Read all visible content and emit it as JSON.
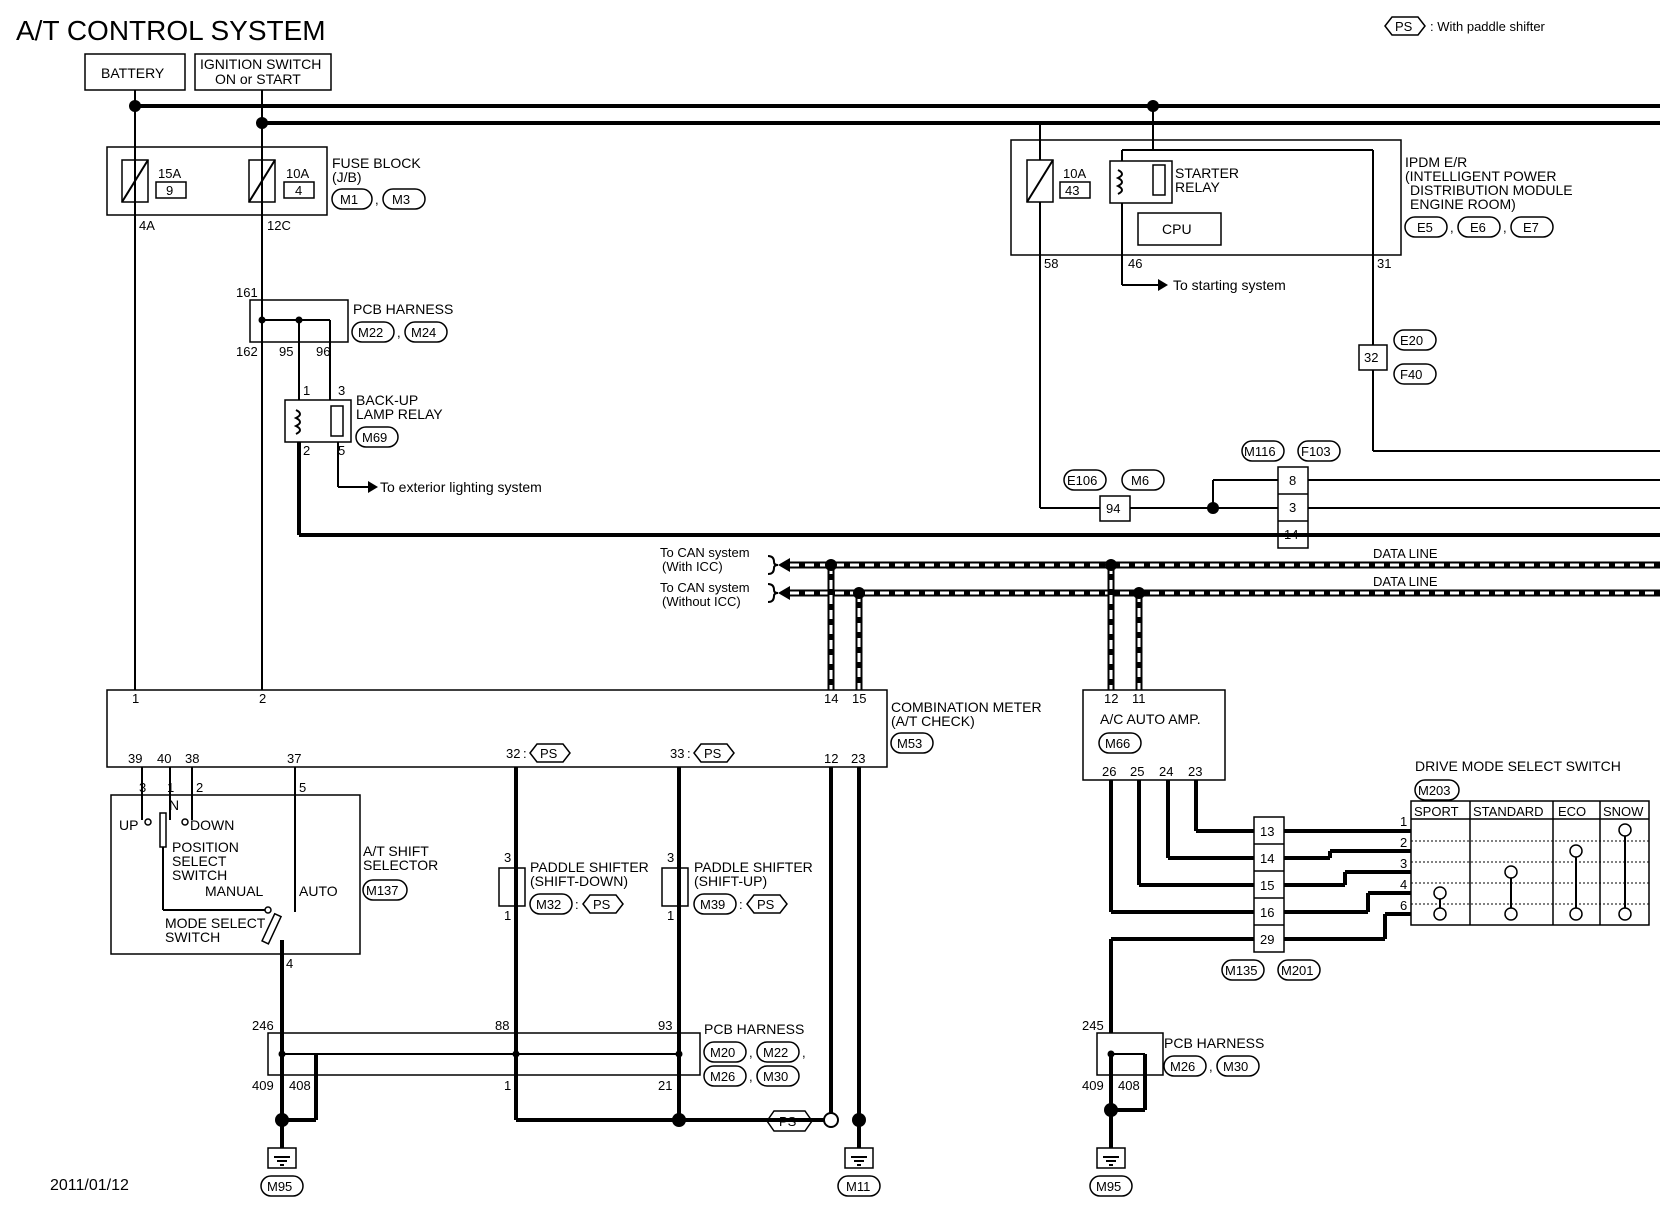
{
  "title": "A/T CONTROL SYSTEM",
  "date": "2011/01/12",
  "legend": {
    "tag": "PS",
    "text": ": With paddle shifter"
  },
  "power": {
    "battery": "BATTERY",
    "ign1": "IGNITION SWITCH",
    "ign2": "ON or START"
  },
  "fuse_block": {
    "l1": "FUSE BLOCK",
    "l2": "(J/B)",
    "c1": "M1",
    "c2": "M3",
    "f1a": "15A",
    "f1b": "9",
    "f2a": "10A",
    "f2b": "4",
    "p1": "4A",
    "p2": "12C"
  },
  "ipdm": {
    "l1": "IPDM E/R",
    "l2": "(INTELLIGENT POWER",
    "l3": "DISTRIBUTION MODULE",
    "l4": "ENGINE ROOM)",
    "c1": "E5",
    "c2": "E6",
    "c3": "E7",
    "fa": "10A",
    "fb": "43",
    "relay1": "STARTER",
    "relay2": "RELAY",
    "cpu": "CPU",
    "p58": "58",
    "p46": "46",
    "p31": "31",
    "to_start": "To starting system"
  },
  "pcb_top": {
    "label": "PCB HARNESS",
    "c1": "M22",
    "c2": "M24",
    "p161": "161",
    "p162": "162",
    "p95": "95",
    "p96": "96"
  },
  "backup_relay": {
    "l1": "BACK-UP",
    "l2": "LAMP RELAY",
    "conn": "M69",
    "p1": "1",
    "p3": "3",
    "p2": "2",
    "p5": "5",
    "to_ext": "To exterior lighting system"
  },
  "joints": {
    "e20": "E20",
    "f40": "F40",
    "p32": "32",
    "e106": "E106",
    "m6": "M6",
    "p94": "94",
    "m116": "M116",
    "f103": "F103",
    "p8": "8",
    "p3": "3",
    "p14": "14"
  },
  "can": {
    "a1": "To CAN system",
    "a2": "(With ICC)",
    "b1": "To CAN system",
    "b2": "(Without ICC)",
    "dl1": "DATA LINE",
    "dl2": "DATA LINE"
  },
  "meter": {
    "l1": "COMBINATION METER",
    "l2": "(A/T CHECK)",
    "conn": "M53",
    "p1": "1",
    "p2": "2",
    "p14": "14",
    "p15": "15",
    "p39": "39",
    "p40": "40",
    "p38": "38",
    "p37": "37",
    "p32": "32",
    "p33": "33",
    "p12": "12",
    "p23": "23"
  },
  "ac_amp": {
    "label": "A/C AUTO AMP.",
    "conn": "M66",
    "p12": "12",
    "p11": "11",
    "p26": "26",
    "p25": "25",
    "p24": "24",
    "p23": "23"
  },
  "shift_selector": {
    "l1": "A/T SHIFT",
    "l2": "SELECTOR",
    "conn": "M137",
    "pos1": "POSITION",
    "pos2": "SELECT",
    "pos3": "SWITCH",
    "up": "UP",
    "n": "N",
    "down": "DOWN",
    "manual": "MANUAL",
    "auto": "AUTO",
    "mode1": "MODE SELECT",
    "mode2": "SWITCH",
    "p3": "3",
    "p1": "1",
    "p2": "2",
    "p5": "5",
    "p4": "4"
  },
  "paddle_down": {
    "l1": "PADDLE SHIFTER",
    "l2": "(SHIFT-DOWN)",
    "conn": "M32",
    "p3": "3",
    "p1": "1"
  },
  "paddle_up": {
    "l1": "PADDLE SHIFTER",
    "l2": "(SHIFT-UP)",
    "conn": "M39",
    "p3": "3",
    "p1": "1"
  },
  "pcb_bottom": {
    "label": "PCB HARNESS",
    "c1": "M20",
    "c2": "M22",
    "c3": "M26",
    "c4": "M30",
    "p246": "246",
    "p88": "88",
    "p93": "93",
    "p409": "409",
    "p408": "408",
    "p1": "1",
    "p21": "21"
  },
  "pcb_right": {
    "label": "PCB HARNESS",
    "c1": "M26",
    "c2": "M30",
    "p245": "245",
    "p409": "409",
    "p408": "408"
  },
  "drive_mode": {
    "label": "DRIVE MODE SELECT SWITCH",
    "conn": "M203",
    "cols": [
      "SPORT",
      "STANDARD",
      "ECO",
      "SNOW"
    ],
    "rows": [
      "1",
      "2",
      "3",
      "4",
      "6"
    ],
    "joint": [
      "13",
      "14",
      "15",
      "16",
      "29"
    ],
    "jc1": "M135",
    "jc2": "M201"
  },
  "grounds": {
    "g1": "M95",
    "g2": "M11",
    "g3": "M95"
  }
}
